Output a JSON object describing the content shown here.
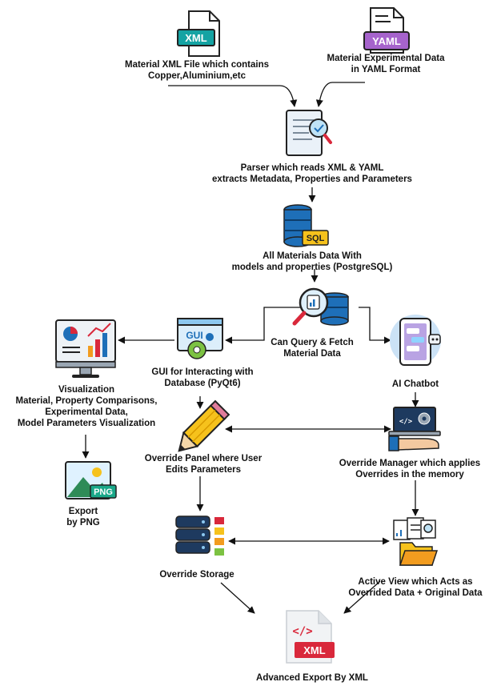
{
  "nodes": {
    "xml_input": {
      "icon_text": "XML",
      "lines": [
        "Material XML File which contains",
        "Copper,Aluminium,etc"
      ]
    },
    "yaml_input": {
      "icon_text": "YAML",
      "lines": [
        "Material Experimental Data",
        "in YAML Format"
      ]
    },
    "parser": {
      "lines": [
        "Parser which reads XML & YAML",
        "extracts Metadata, Properties and Parameters"
      ]
    },
    "database": {
      "icon_text": "SQL",
      "lines": [
        "All Materials Data With",
        "models and properties (PostgreSQL)"
      ]
    },
    "query": {
      "lines": [
        "Can Query & Fetch",
        "Material Data"
      ]
    },
    "gui": {
      "icon_text": "GUI",
      "lines": [
        "GUI for Interacting with",
        "Database (PyQt6)"
      ]
    },
    "visualization": {
      "lines": [
        "Visualization",
        "Material, Property Comparisons,",
        "Experimental Data,",
        "Model Parameters Visualization"
      ]
    },
    "chatbot": {
      "lines": [
        "AI Chatbot"
      ]
    },
    "override_panel": {
      "lines": [
        "Override Panel where User",
        "Edits Parameters"
      ]
    },
    "override_manager": {
      "icon_text": "</>",
      "lines": [
        "Override Manager which applies",
        "Overrides in the memory"
      ]
    },
    "png_export": {
      "icon_text": "PNG",
      "lines": [
        "Export",
        "by PNG"
      ]
    },
    "override_storage": {
      "lines": [
        "Override Storage"
      ]
    },
    "active_view": {
      "lines": [
        "Active View which Acts as",
        "Overrided Data + Original Data"
      ]
    },
    "xml_export": {
      "icon_text": "XML",
      "icon_code": "</>",
      "lines": [
        "Advanced Export By XML"
      ]
    }
  },
  "colors": {
    "xml_badge": "#14a3a3",
    "yaml_badge": "#a663cc",
    "db_blue": "#1e6fb8",
    "sql_yellow": "#f6c21c",
    "gui_green": "#7cc242",
    "export_red": "#d9283b",
    "png_green": "#1aa889",
    "arrow": "#111111"
  }
}
